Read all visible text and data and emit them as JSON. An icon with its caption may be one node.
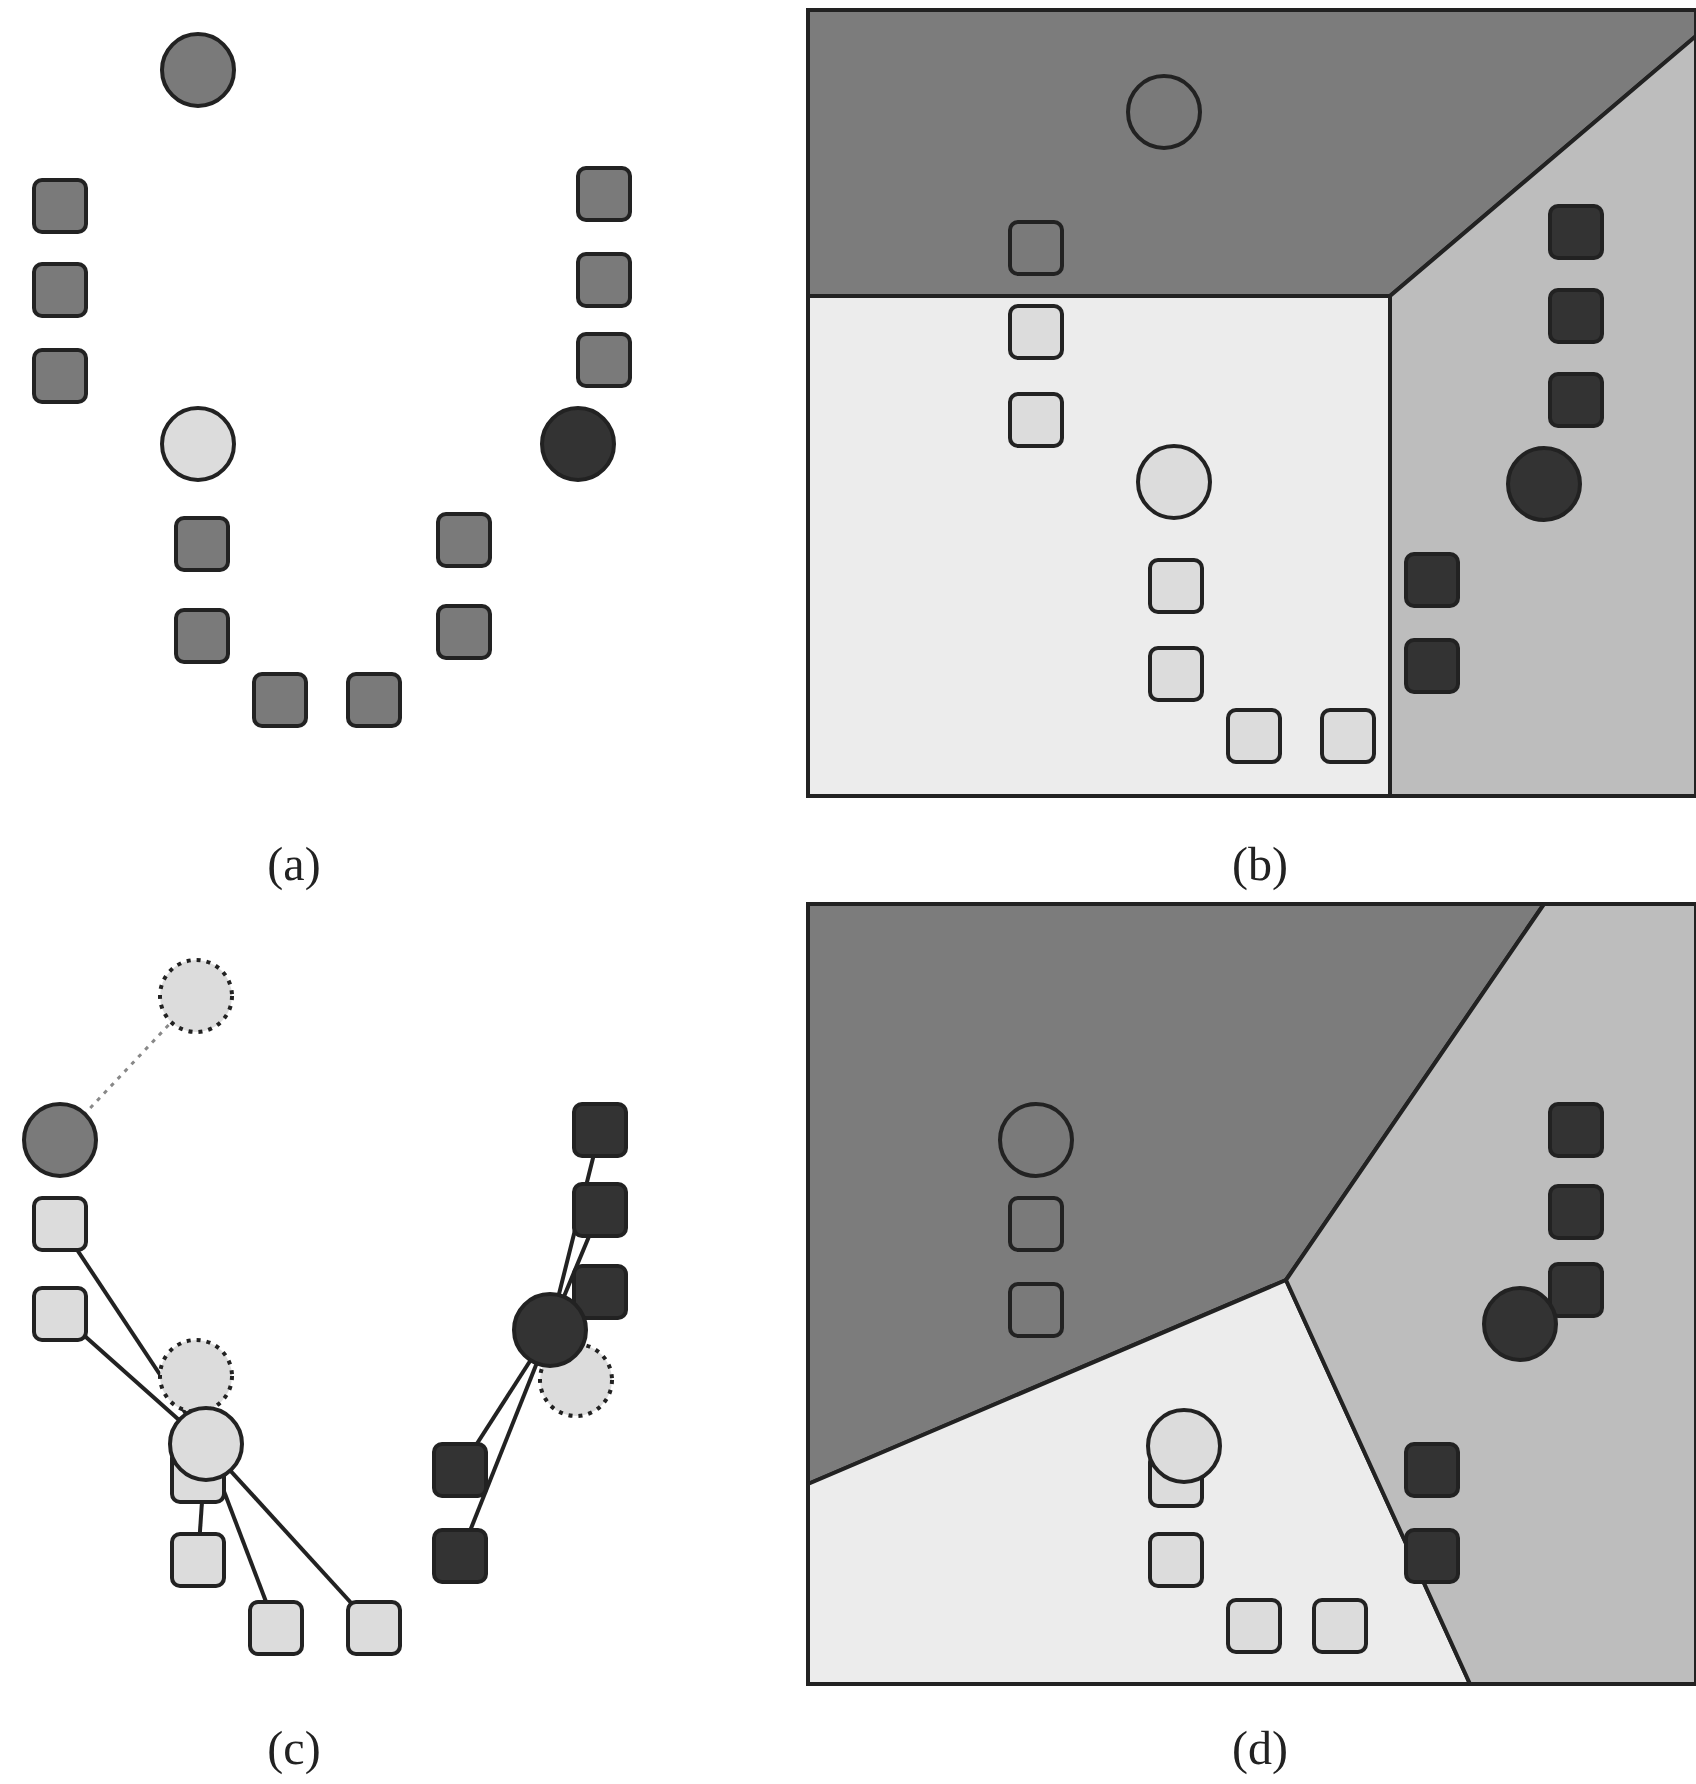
{
  "diagram": {
    "labels": [
      "(a)",
      "(b)",
      "(c)",
      "(d)"
    ]
  }
}
